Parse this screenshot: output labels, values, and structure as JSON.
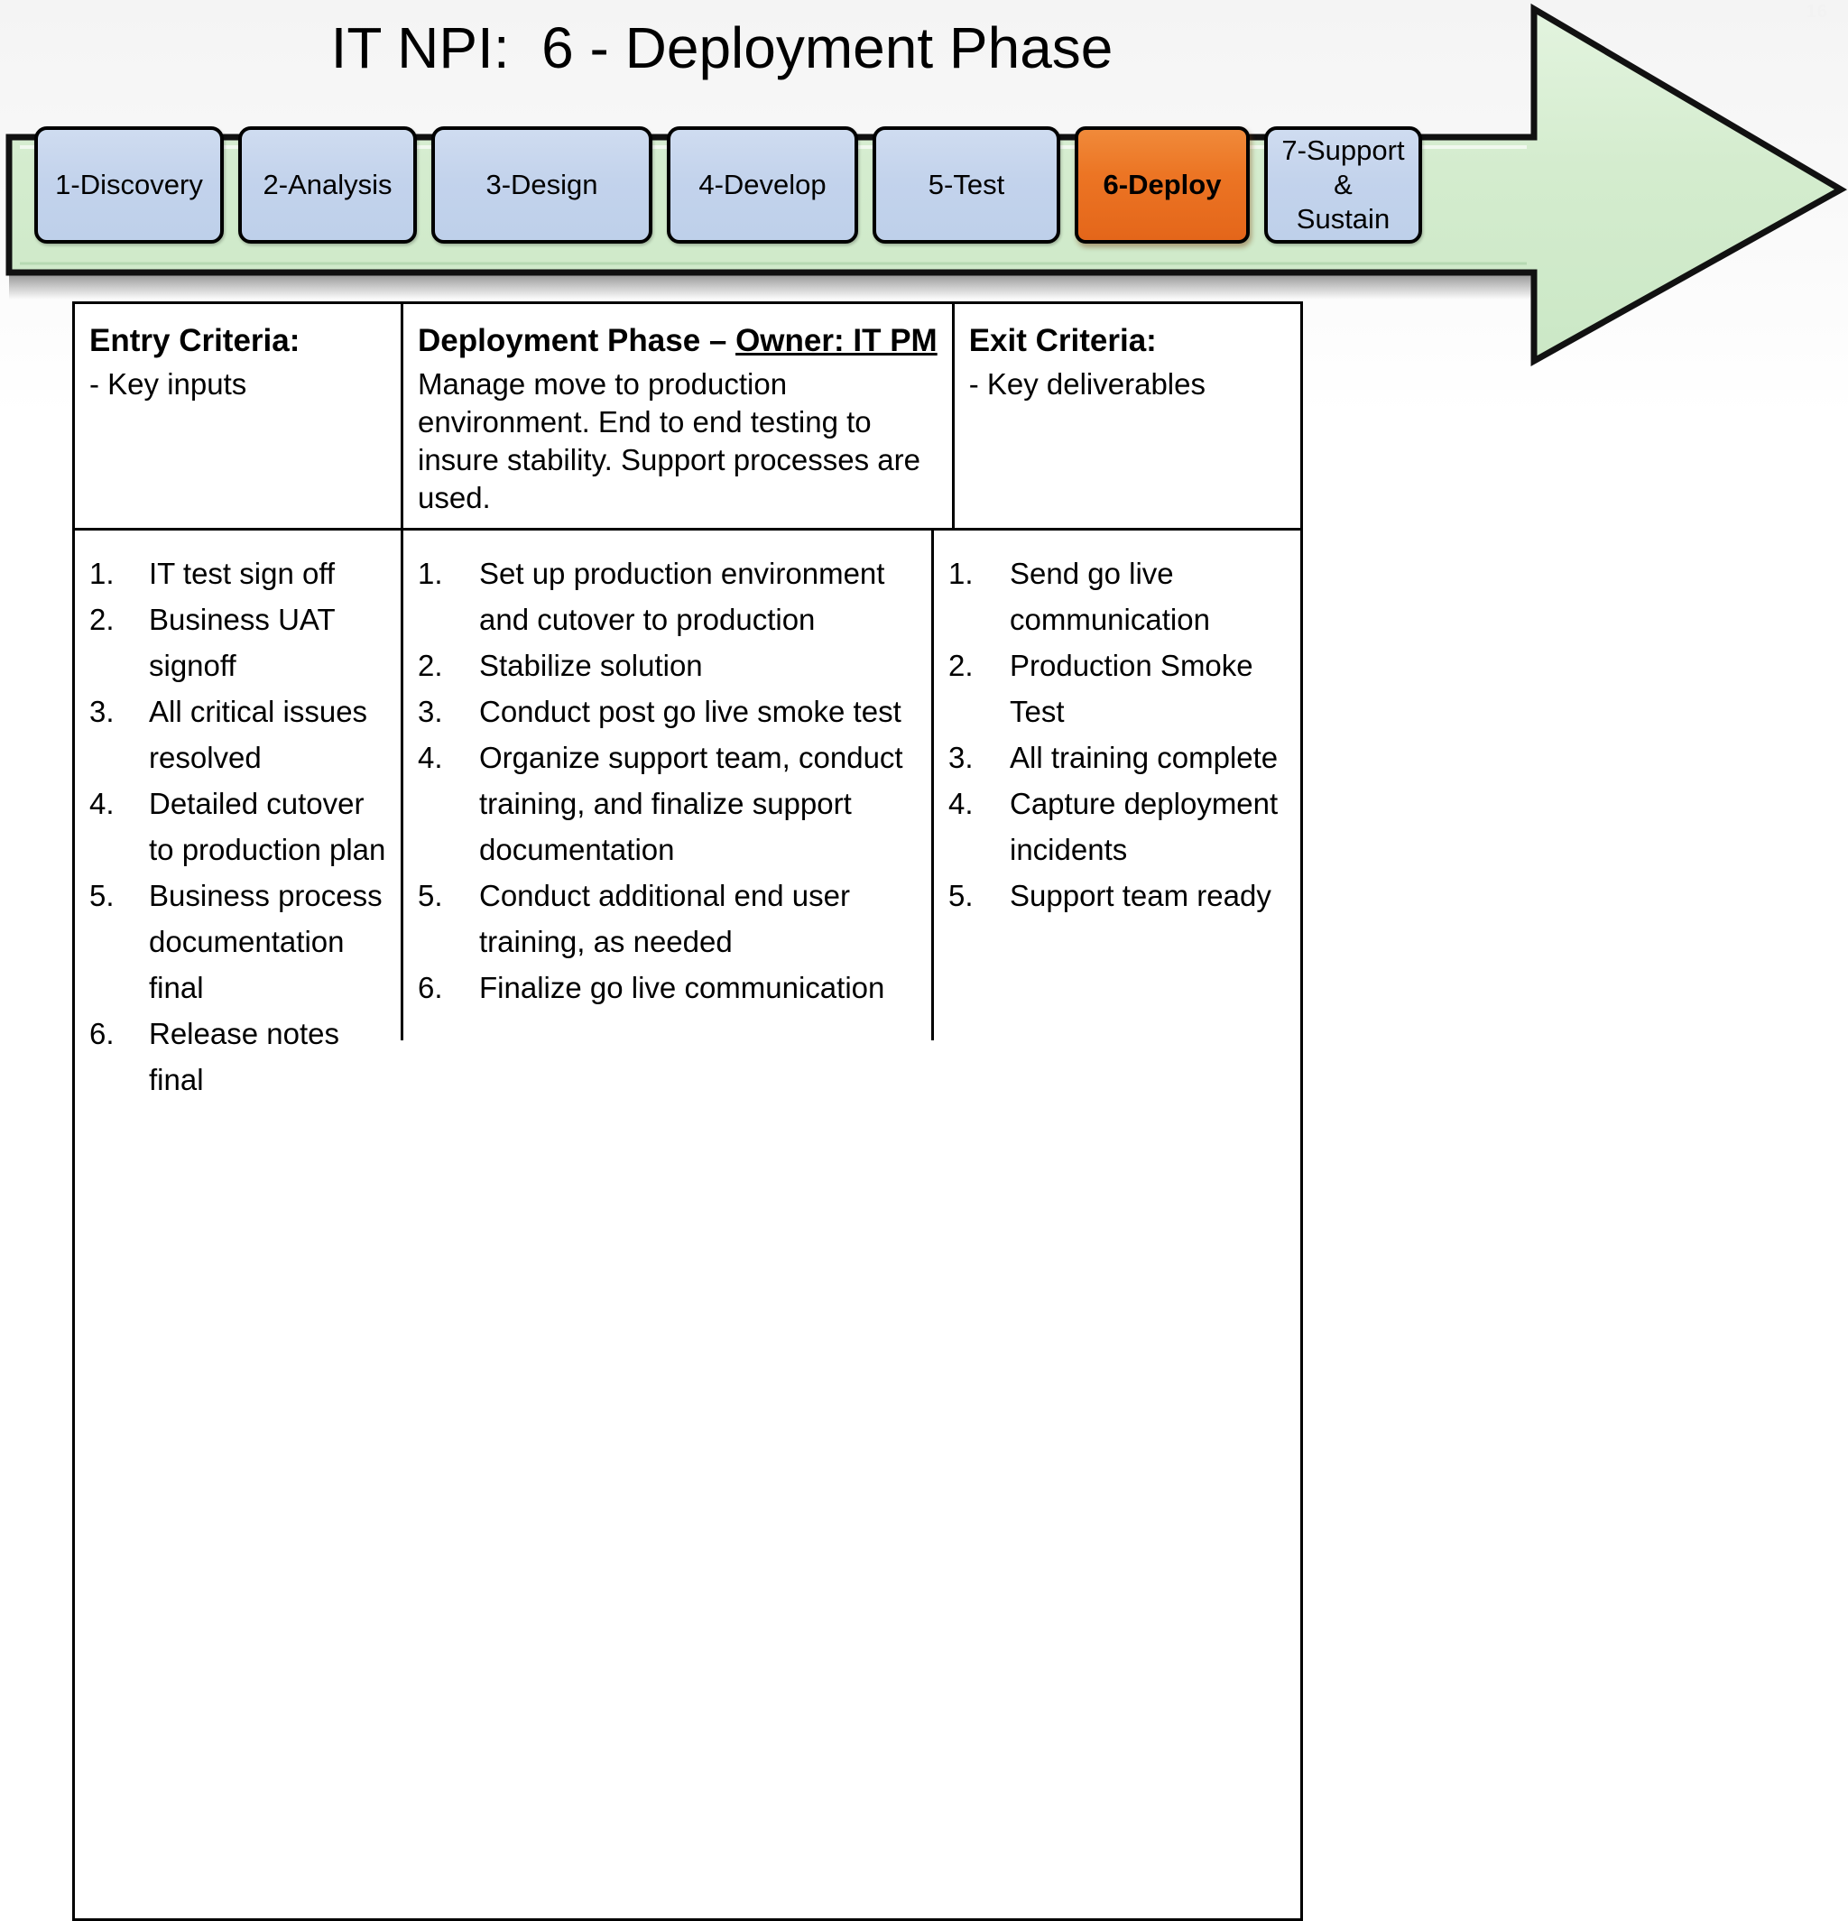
{
  "slide": {
    "number": "16",
    "title": "IT NPI:  6 - Deployment Phase"
  },
  "colors": {
    "arrow_fill": "#d7ecd2",
    "phase_box_fill": "#c3d3ec",
    "phase_box_active_fill": "#ec7524",
    "border": "#000000"
  },
  "phases": [
    {
      "label": "1-Discovery",
      "active": false
    },
    {
      "label": "2-Analysis",
      "active": false
    },
    {
      "label": "3-Design",
      "active": false
    },
    {
      "label": "4-Develop",
      "active": false
    },
    {
      "label": "5-Test",
      "active": false
    },
    {
      "label": "6-Deploy",
      "active": true
    },
    {
      "label": "7-Support\n&\nSustain",
      "active": false
    }
  ],
  "table": {
    "entry": {
      "title": "Entry Criteria:",
      "subtitle": "- Key inputs",
      "items": [
        "IT test sign off",
        "Business UAT signoff",
        "All critical issues resolved",
        "Detailed cutover to production plan",
        "Business process documentation final",
        "Release notes final"
      ]
    },
    "phase": {
      "title_prefix": "Deployment Phase",
      "title_dash": " – ",
      "title_owner": "Owner: IT PM",
      "description": "Manage move to production environment.  End to end testing to insure stability.  Support processes are used.",
      "items": [
        "Set up production environment and cutover to production",
        "Stabilize solution",
        "Conduct post go live smoke test",
        "Organize support team, conduct training, and finalize support documentation",
        "Conduct additional end user training, as needed",
        "Finalize go live communication"
      ]
    },
    "exit": {
      "title": "Exit Criteria:",
      "subtitle": "- Key deliverables",
      "items": [
        "Send go live communication",
        "Production Smoke Test",
        "All training complete",
        "Capture deployment incidents",
        "Support team ready"
      ]
    }
  }
}
